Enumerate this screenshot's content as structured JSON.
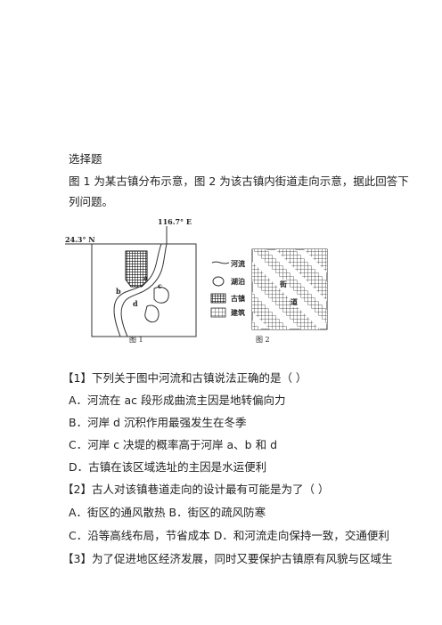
{
  "section_title": "选择题",
  "intro": {
    "line1": "图 1 为某古镇分布示意，图 2 为该古镇内街道走向示意，据此回答下",
    "line2": "列问题。"
  },
  "figure": {
    "coord_lon": "116.7° E",
    "coord_lat": "24.3° N",
    "letters": {
      "a": "a",
      "b": "b",
      "c": "c",
      "d": "d"
    },
    "legend": [
      "河流",
      "湖泊",
      "古镇",
      "建筑"
    ],
    "fig1_caption": "图 1",
    "fig2_caption": "图 2",
    "street_labels": [
      "街",
      "道"
    ]
  },
  "questions": [
    {
      "stem": "【1】下列关于图中河流和古镇说法正确的是（    ）",
      "options": [
        "A．河流在 ac 段形成曲流主因是地转偏向力",
        "B．河岸 d 沉积作用最强发生在冬季",
        "C．河岸 c 决堤的概率高于河岸 a、b 和 d",
        "D．古镇在该区域选址的主因是水运便利"
      ]
    },
    {
      "stem": "【2】古人对该镇巷道走向的设计最有可能是为了（    ）",
      "options_line1": "A．街区的通风散热    B．街区的疏风防寒",
      "options_line2": "C．沿等高线布局，节省成本    D．和河流走向保持一致，交通便利"
    },
    {
      "stem": "【3】为了促进地区经济发展，同时又要保护古镇原有风貌与区域生"
    }
  ]
}
